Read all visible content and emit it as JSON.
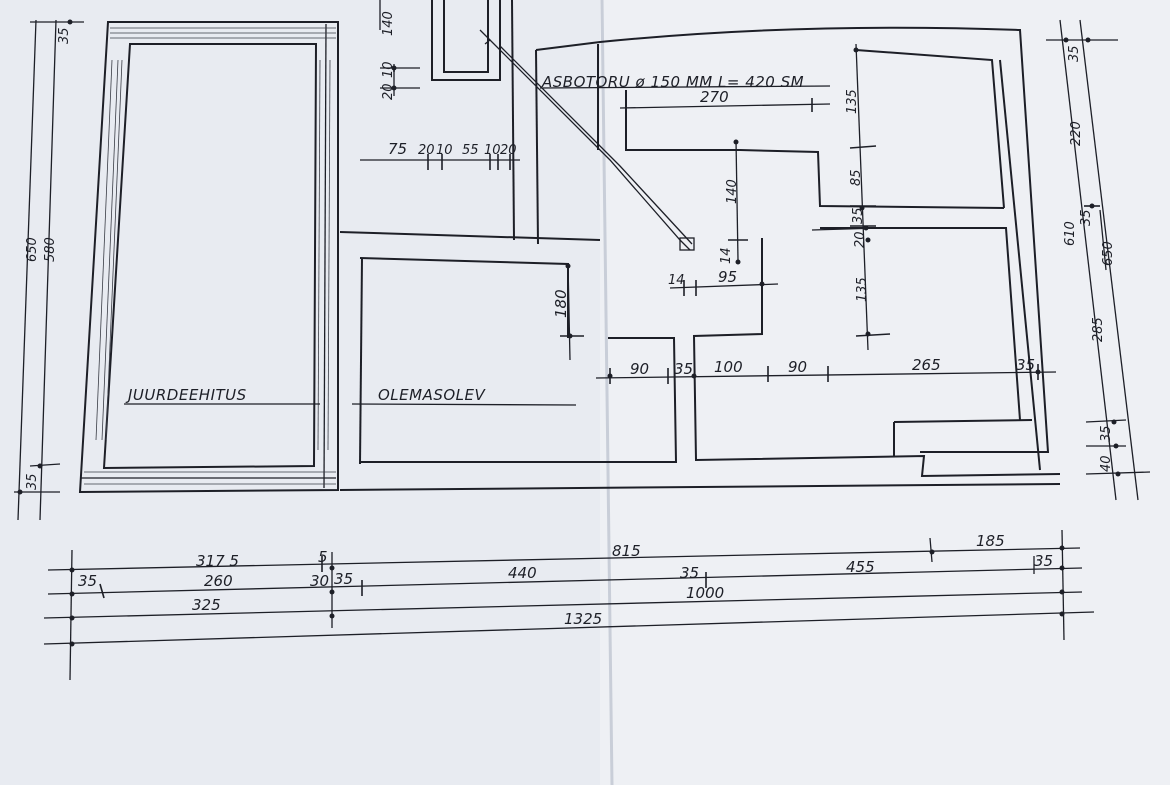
{
  "labels": {
    "extension": "JUURDEEHITUS",
    "existing": "OLEMASOLEV",
    "pipe": "ASBOTORU  ø 150 MM  L= 420 SM"
  },
  "dims": {
    "top": {
      "d140": "140",
      "d20a": "20",
      "d10a": "10",
      "d75": "75",
      "d20b": "20",
      "d10b": "10",
      "d55": "55",
      "d10c": "10",
      "d20c": "20",
      "d270": "270",
      "d135a": "135",
      "d85": "85",
      "d35a": "35",
      "d20d": "20",
      "d140b": "140",
      "d14a": "14",
      "d14b": "14",
      "d95": "95",
      "d135b": "135",
      "d180": "180",
      "d90a": "90",
      "d35b": "35",
      "d100": "100",
      "d90b": "90",
      "d265": "265",
      "d35c": "35"
    },
    "left": {
      "d35top": "35",
      "d650": "650",
      "d580": "580",
      "d35bot": "35"
    },
    "right": {
      "d35top": "35",
      "d220": "220",
      "d610": "610",
      "d35mid": "35",
      "d650": "650",
      "d285": "285",
      "d35low": "35",
      "d40": "40"
    },
    "bottom": {
      "d3175": "317 5",
      "d5": "5",
      "d815": "815",
      "d185": "185",
      "d35a": "35",
      "d260": "260",
      "d30": "30",
      "d35b": "35",
      "d440": "440",
      "d35c": "35",
      "d455": "455",
      "d35d": "35",
      "d325": "325",
      "d1000": "1000",
      "d1325": "1325"
    }
  }
}
